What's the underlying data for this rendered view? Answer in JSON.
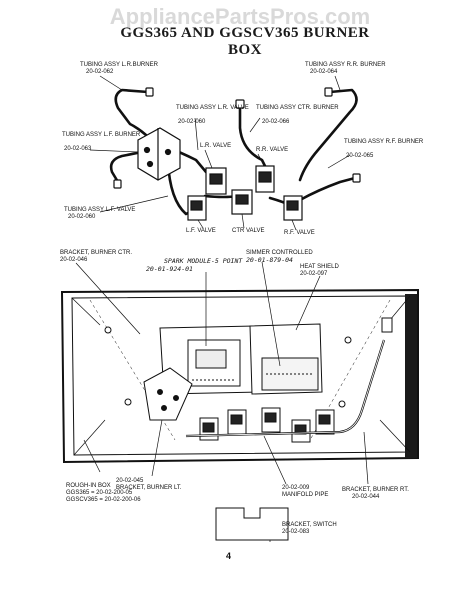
{
  "watermark": "AppliancePartsPros.com",
  "title": "GGS365 AND GGSCV365 BURNER BOX",
  "page_number": "4",
  "tubing": {
    "lr_burner": "TUBING ASSY L.R.BURNER",
    "lr_burner_pn": "20-02-062",
    "rr_burner": "TUBING ASSY R.R. BURNER",
    "rr_burner_pn": "20-02-064",
    "lr_valve": "TUBING ASSY L.R. VALVE",
    "lr_valve_pn": "20-02-060",
    "ctr_burner": "TUBING ASSY CTR. BURNER",
    "ctr_burner_pn": "20-02-066",
    "lf_burner": "TUBING ASSY L.F. BURNER",
    "lf_burner_pn": "20-02-063",
    "rf_burner": "TUBING ASSY R.F. BURNER",
    "rf_burner_pn": "20-02-065",
    "lf_valve": "TUBING ASSY L.F. VALVE",
    "lf_valve_pn": "20-02-060"
  },
  "valves": {
    "lr": "L.R. VALVE",
    "rr": "R.R. VALVE",
    "lf": "L.F. VALVE",
    "ctr": "CTR VALVE",
    "rf": "R.F. VALVE"
  },
  "box": {
    "bracket_ctr": "BRACKET, BURNER CTR.",
    "bracket_ctr_pn": "20-02-046",
    "spark_module": "SPARK MODULE-5 POINT",
    "spark_module_pn": "20-01-924-01",
    "simmer": "SIMMER CONTROLLED",
    "simmer_pn": "20-01-879-04",
    "heat_shield": "HEAT SHIELD",
    "heat_shield_pn": "20-02-097",
    "rough_in": "ROUGH-IN BOX",
    "rough_in_ggs": "GGS365 = 20-02-200-05",
    "rough_in_ggscv": "GGSCV365 = 20-02-200-06",
    "bracket_lt_pn": "20-02-045",
    "bracket_lt": "BRACKET, BURNER LT.",
    "manifold_pn": "20-02-009",
    "manifold": "MANIFOLD PIPE",
    "bracket_rt": "BRACKET, BURNER RT.",
    "bracket_rt_pn": "20-02-044",
    "bracket_switch": "BRACKET, SWITCH",
    "bracket_switch_pn": "20-02-083"
  }
}
